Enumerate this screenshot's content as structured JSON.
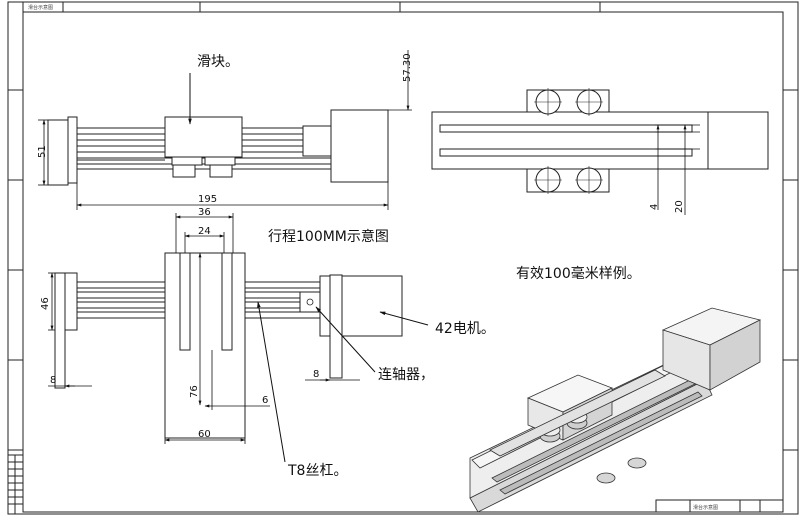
{
  "annotations": {
    "slider": "滑块。",
    "stroke_title": "行程100MM示意图",
    "sample_note": "有效100毫米样例。",
    "motor": "42电机。",
    "coupler": "连轴器，",
    "lead_screw": "T8丝杠。"
  },
  "dimensions": {
    "top_height": "57.30",
    "side_height": "51",
    "overall_length": "195",
    "slot_offset": "4",
    "slot_spacing": "20",
    "carriage_width": "36",
    "carriage_inner": "24",
    "front_height": "46",
    "carriage_height": "76",
    "screw_offset": "6",
    "carriage_length": "60",
    "leg_left": "8",
    "leg_right": "8"
  },
  "title_block": {
    "top_label": "滑台示意图",
    "bottom_label": "滑台示意图"
  }
}
